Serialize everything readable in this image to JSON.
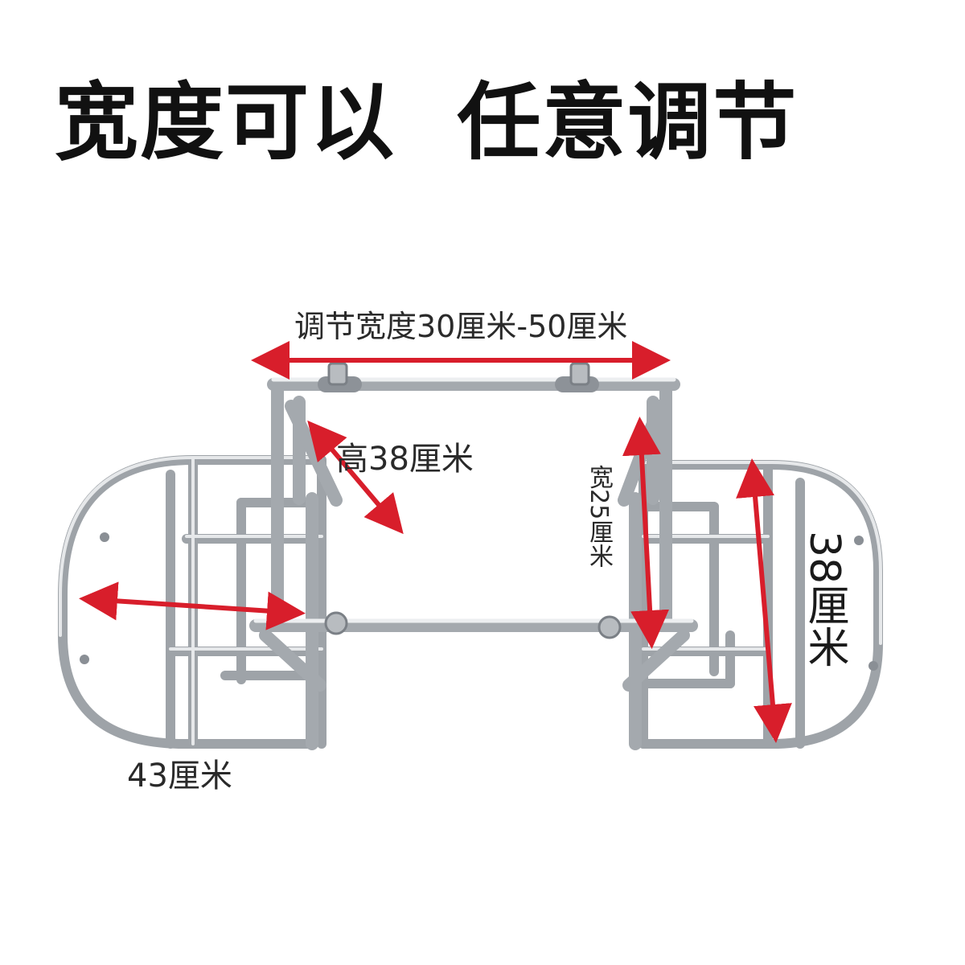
{
  "headline": "宽度可以  任意调节",
  "labels": {
    "width_range": "调节宽度30厘米-50厘米",
    "height": "高38厘米",
    "side_width": "宽25厘米",
    "right_length": "38厘米",
    "left_length": "43厘米"
  },
  "colors": {
    "arrow": "#d81e2b",
    "steel": "#a9adb2",
    "steel_dark": "#7f848a",
    "steel_light": "#e4e6e8",
    "text": "#111111"
  }
}
